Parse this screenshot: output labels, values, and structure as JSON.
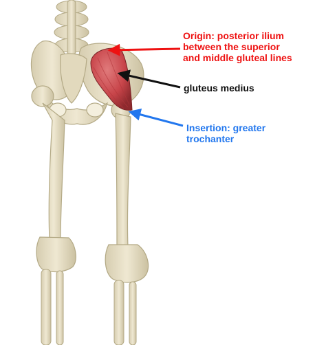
{
  "colors": {
    "background": "#ffffff",
    "bone": "#e8dfc4",
    "bone_shade": "#c9bf9f",
    "muscle": "#c8454a",
    "muscle_dark": "#8e2a2e",
    "origin": "#ee1111",
    "muscle_label": "#111111",
    "insertion": "#2277ee"
  },
  "labels": {
    "origin": {
      "lines": [
        "Origin: posterior ilium",
        "between the superior",
        "and middle gluteal lines"
      ],
      "icon": "arrow-red"
    },
    "muscle": {
      "lines": [
        "gluteus medius"
      ],
      "icon": "arrow-black"
    },
    "insertion": {
      "lines": [
        "Insertion: greater",
        "trochanter"
      ],
      "icon": "arrow-blue"
    }
  }
}
